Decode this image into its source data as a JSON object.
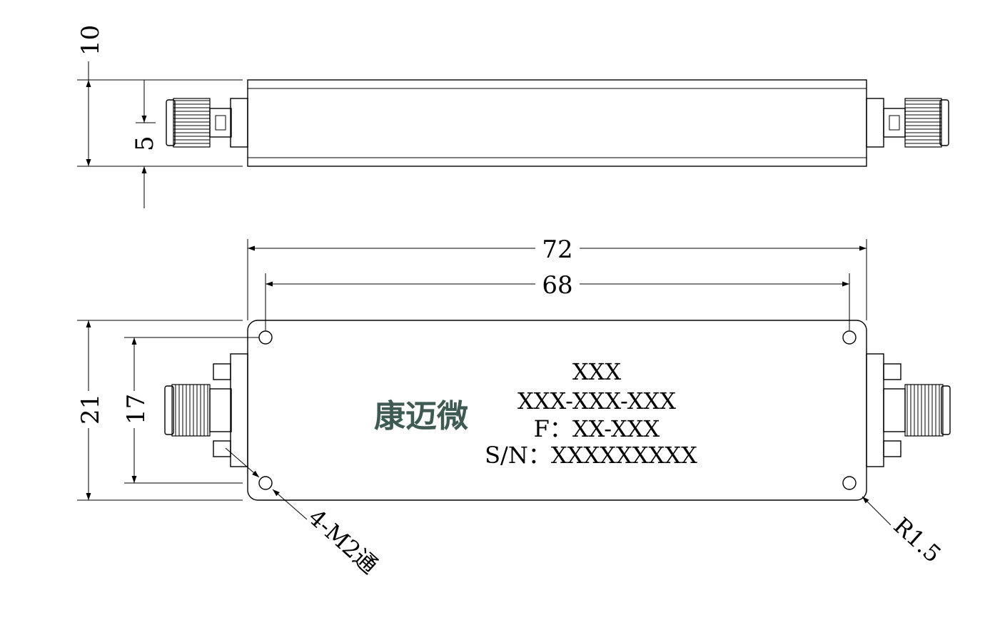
{
  "dimensions": {
    "top_height": "10",
    "connector_offset": "5",
    "length_overall": "72",
    "hole_spacing": "68",
    "width_overall": "21",
    "hole_spacing_vertical": "17"
  },
  "callouts": {
    "mounting_holes": "4-M2通",
    "corner_radius": "R1.5"
  },
  "label": {
    "line1": "XXX",
    "line2": "XXX-XXX-XXX",
    "line3": "F：XX-XXX",
    "line4": "S/N：XXXXXXXXX"
  },
  "brand": {
    "text": "康迈微",
    "color": "#3f5a52"
  }
}
